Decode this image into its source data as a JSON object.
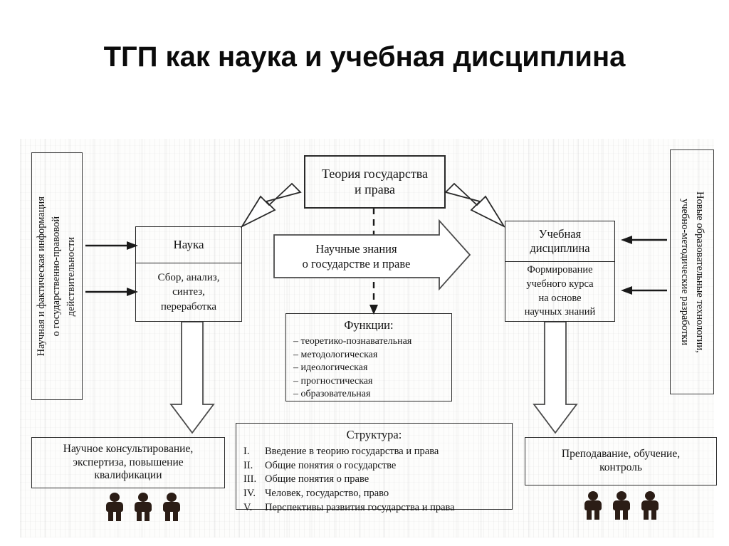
{
  "page": {
    "title": "ТГП как наука и учебная дисциплина"
  },
  "left_input": {
    "text": "Научная и фактическая информация\nо государственно-правовой\nдействительности"
  },
  "right_input": {
    "text": "Новые образовательные технологии,\nучебно-методические разработки"
  },
  "top_box": {
    "text": "Теория государства\nи права"
  },
  "science": {
    "header": "Наука",
    "body": "Сбор, анализ,\nсинтез,\nпереработка"
  },
  "discipline": {
    "header": "Учебная\nдисциплина",
    "body": "Формирование\nучебного курса\nна основе\nнаучных знаний"
  },
  "knowledge_arrow": {
    "text": "Научные знания\nо государстве и праве"
  },
  "functions": {
    "caption": "Функции:",
    "items": [
      "– теоретико-познавательная",
      "– методологическая",
      "– идеологическая",
      "– прогностическая",
      "– образовательная"
    ]
  },
  "structure": {
    "caption": "Структура:",
    "items": [
      {
        "num": "I.",
        "label": "Введение в теорию государства и права"
      },
      {
        "num": "II.",
        "label": "Общие понятия о государстве"
      },
      {
        "num": "III.",
        "label": "Общие понятия о праве"
      },
      {
        "num": "IV.",
        "label": "Человек, государство, право"
      },
      {
        "num": "V.",
        "label": "Перспективы развития государства и права"
      }
    ]
  },
  "bottom_left": {
    "text": "Научное консультирование,\nэкспертиза, повышение\nквалификации"
  },
  "bottom_right": {
    "text": "Преподавание, обучение,\nконтроль"
  },
  "colors": {
    "ink": "#141414",
    "stroke": "#2a2a2a",
    "paper": "#ffffff",
    "person": "#2b1d16"
  }
}
